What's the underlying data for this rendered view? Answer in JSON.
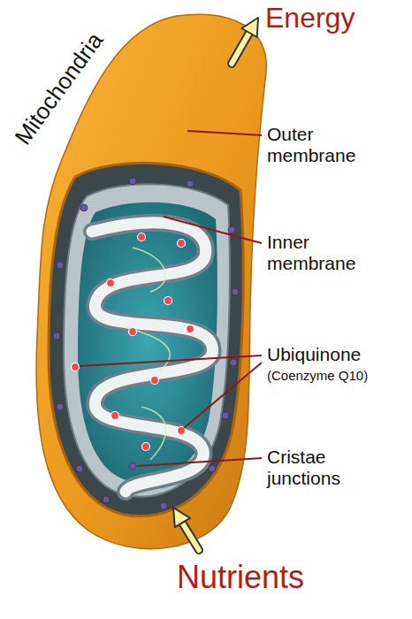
{
  "diagram": {
    "labels": [
      "Mitochondria",
      "Energy",
      "Outer membrane",
      "Inner membrane",
      "Ubiquinone",
      "(Coenzyme Q10)",
      "Cristae junctions",
      "Nutrients"
    ]
  }
}
